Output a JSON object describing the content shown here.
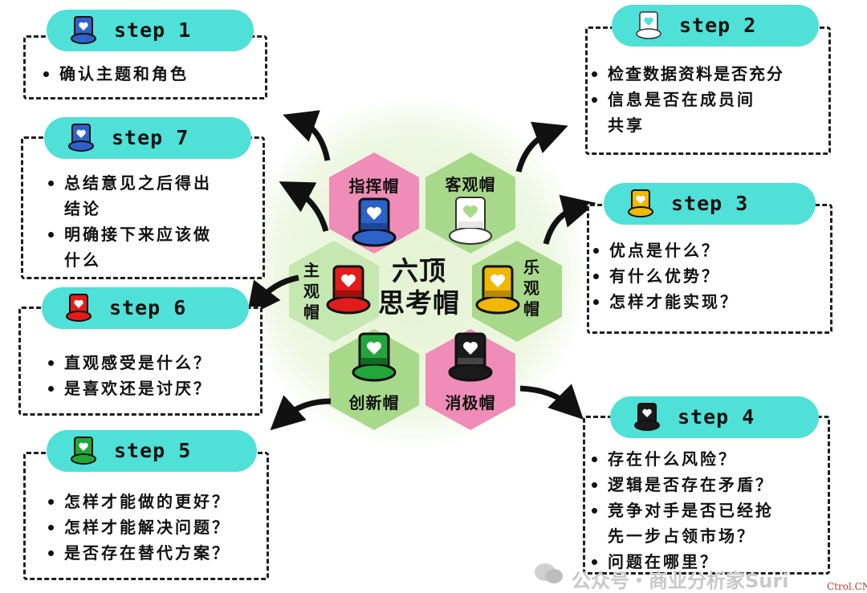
{
  "colors": {
    "pill": "#4fe0d7",
    "blue": "#2d62c9",
    "white": "#ffffff",
    "yellow": "#f2b705",
    "black": "#1a1a1a",
    "green": "#22a63a",
    "red": "#e31b1b",
    "pink_hex": "#f08cb8",
    "green_hex": "#a8d98a"
  },
  "center": {
    "line1": "六顶",
    "line2": "思考帽"
  },
  "hats": {
    "blue": "指挥帽",
    "white": "客观帽",
    "red": "主观帽",
    "yellow": "乐观帽",
    "green": "创新帽",
    "black": "消极帽"
  },
  "steps": {
    "s1": {
      "label": "step 1",
      "hat_icon": "blue-hat-icon",
      "items": [
        "确认主题和角色"
      ]
    },
    "s2": {
      "label": "step 2",
      "hat_icon": "white-hat-icon",
      "items": [
        "检查数据资料是否充分",
        "信息是否在成员间",
        "共享"
      ]
    },
    "s3": {
      "label": "step 3",
      "hat_icon": "yellow-hat-icon",
      "items": [
        "优点是什么？",
        "有什么优势？",
        "怎样才能实现？"
      ]
    },
    "s4": {
      "label": "step 4",
      "hat_icon": "black-hat-icon",
      "items": [
        "存在什么风险？",
        "逻辑是否存在矛盾？",
        "竞争对手是否已经抢",
        "先一步占领市场？",
        "问题在哪里？"
      ]
    },
    "s5": {
      "label": "step 5",
      "hat_icon": "green-hat-icon",
      "items": [
        "怎样才能做的更好？",
        "怎样才能解决问题？",
        "是否存在替代方案？"
      ]
    },
    "s6": {
      "label": "step 6",
      "hat_icon": "red-hat-icon",
      "items": [
        "直观感受是什么？",
        "是喜欢还是讨厌？"
      ]
    },
    "s7": {
      "label": "step 7",
      "hat_icon": "blue-hat-icon",
      "items": [
        "总结意见之后得出",
        "结论",
        "明确接下来应该做",
        "什么"
      ]
    }
  },
  "watermark": "公众号・商业分析家Suri",
  "brand": "Ctrol.CN"
}
